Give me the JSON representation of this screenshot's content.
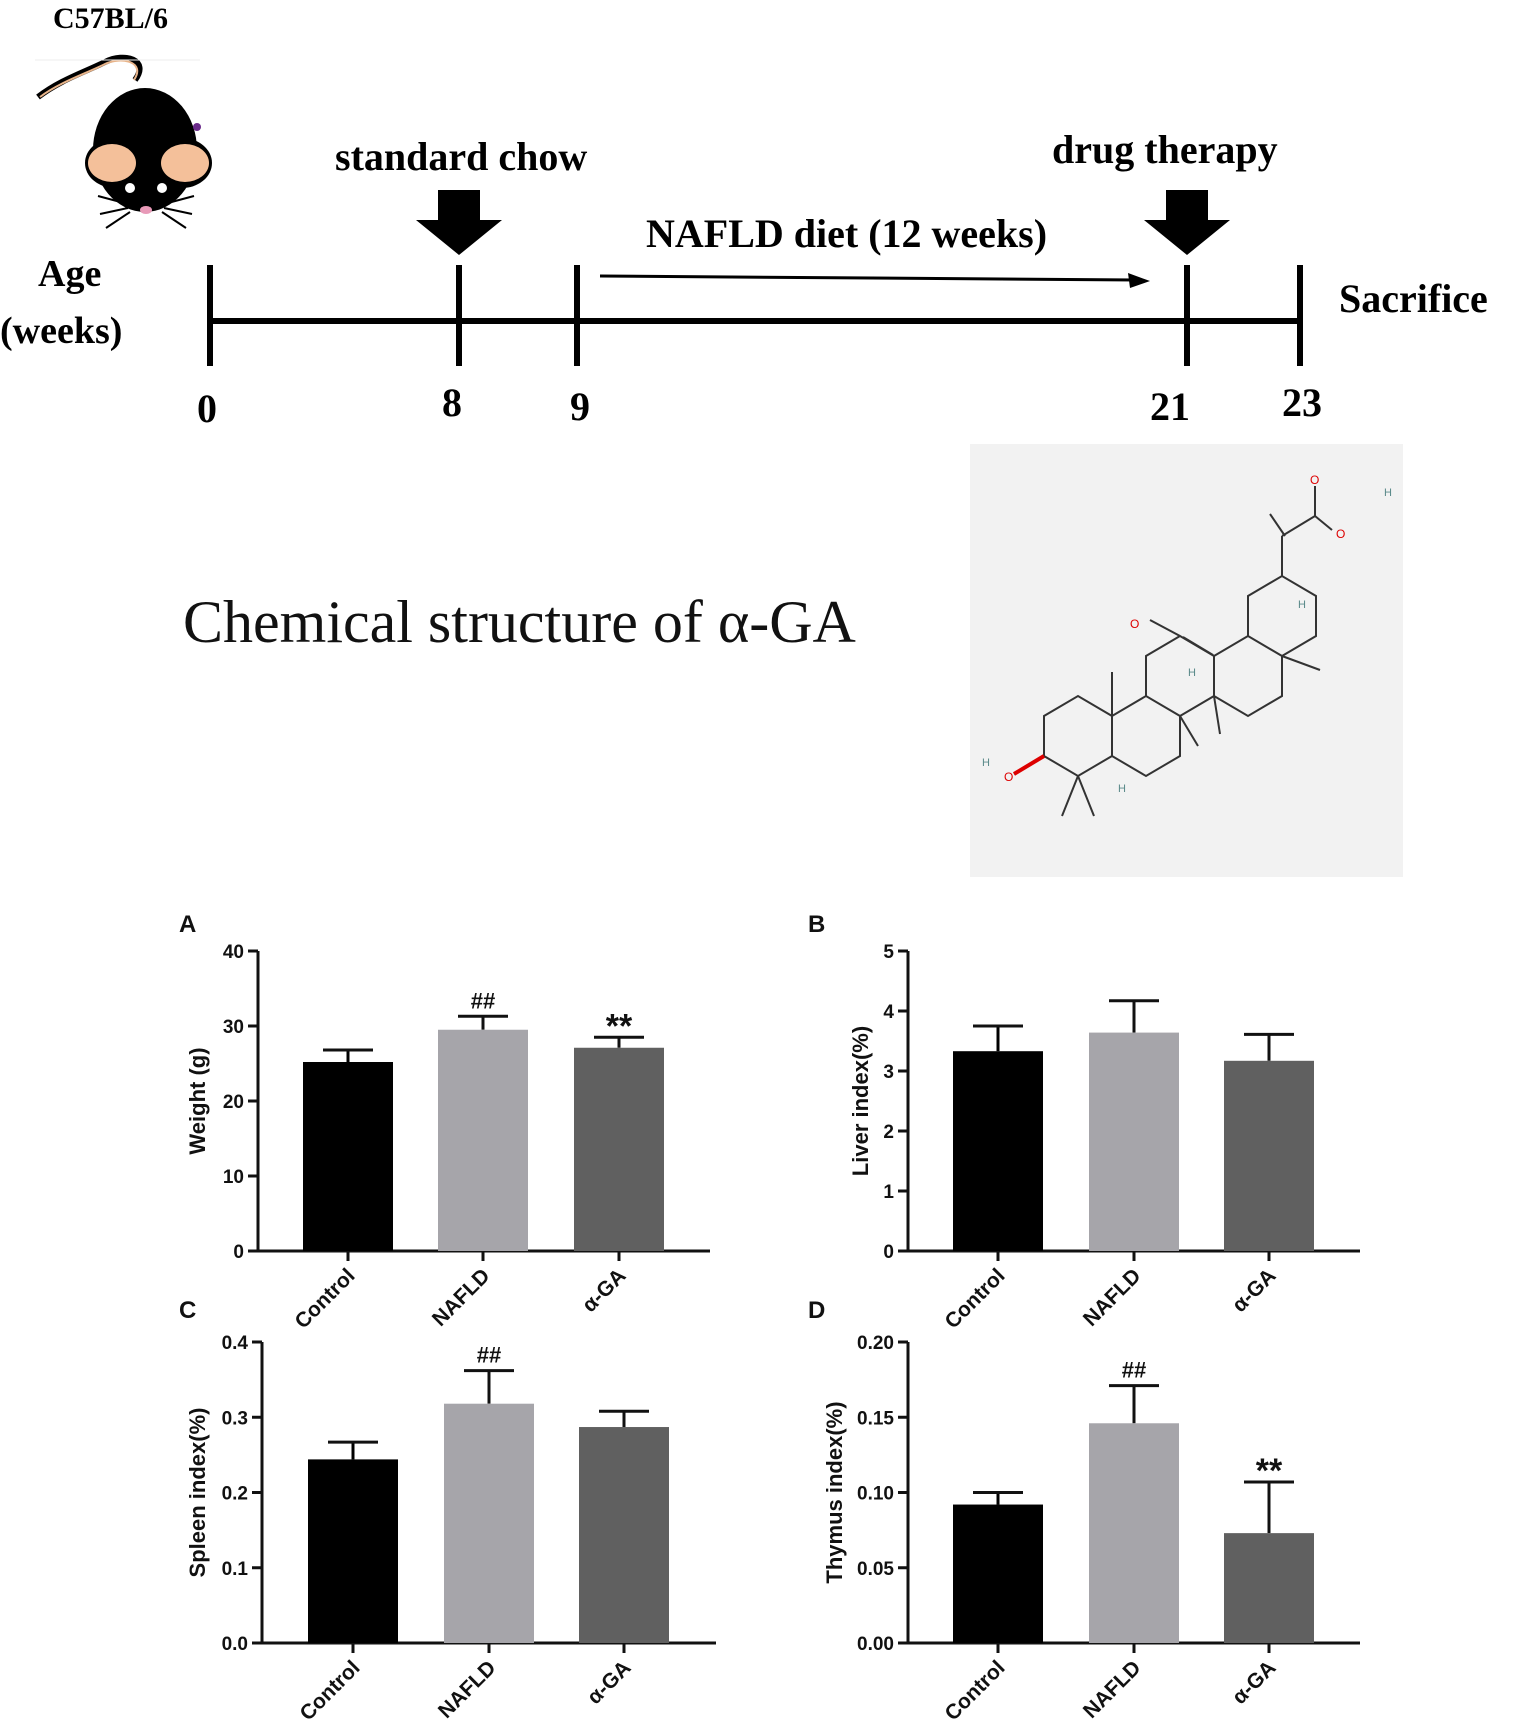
{
  "timeline": {
    "strain": "C57BL/6",
    "age_label_line1": "Age",
    "age_label_line2": "(weeks)",
    "standard_chow": "standard chow",
    "drug_therapy": "drug therapy",
    "diet": "NAFLD diet (12 weeks)",
    "sacrifice": "Sacrifice",
    "ticks": [
      "0",
      "8",
      "9",
      "21",
      "23"
    ]
  },
  "chemical": {
    "title": "Chemical structure of α-GA",
    "atom_labels": {
      "o": "O",
      "h": "H"
    }
  },
  "chart_data": [
    {
      "panel": "A",
      "type": "bar",
      "categories": [
        "Control",
        "NAFLD",
        "α-GA"
      ],
      "values": [
        25.2,
        29.5,
        27.1
      ],
      "errors": [
        1.6,
        1.8,
        1.4
      ],
      "annotations": [
        "",
        "##",
        "**"
      ],
      "ylabel": "Weight (g)",
      "ylim": [
        0,
        40
      ],
      "yticks": [
        "0",
        "10",
        "20",
        "30",
        "40"
      ],
      "colors": [
        "#000000",
        "#a6a5aa",
        "#606060"
      ]
    },
    {
      "panel": "B",
      "type": "bar",
      "categories": [
        "Control",
        "NAFLD",
        "α-GA"
      ],
      "values": [
        3.33,
        3.64,
        3.17
      ],
      "errors": [
        0.42,
        0.53,
        0.44
      ],
      "annotations": [
        "",
        "",
        ""
      ],
      "ylabel": "Liver index(%)",
      "ylim": [
        0,
        5
      ],
      "yticks": [
        "0",
        "1",
        "2",
        "3",
        "4",
        "5"
      ],
      "colors": [
        "#000000",
        "#a6a5aa",
        "#606060"
      ]
    },
    {
      "panel": "C",
      "type": "bar",
      "categories": [
        "Control",
        "NAFLD",
        "α-GA"
      ],
      "values": [
        0.244,
        0.318,
        0.287
      ],
      "errors": [
        0.023,
        0.044,
        0.021
      ],
      "annotations": [
        "",
        "##",
        ""
      ],
      "ylabel": "Spleen index(%)",
      "ylim": [
        0,
        0.4
      ],
      "yticks": [
        "0.0",
        "0.1",
        "0.2",
        "0.3",
        "0.4"
      ],
      "colors": [
        "#000000",
        "#a6a5aa",
        "#606060"
      ]
    },
    {
      "panel": "D",
      "type": "bar",
      "categories": [
        "Control",
        "NAFLD",
        "α-GA"
      ],
      "values": [
        0.092,
        0.146,
        0.073
      ],
      "errors": [
        0.008,
        0.025,
        0.034
      ],
      "annotations": [
        "",
        "##",
        "**"
      ],
      "ylabel": "Thymus index(%)",
      "ylim": [
        0,
        0.2
      ],
      "yticks": [
        "0.00",
        "0.05",
        "0.10",
        "0.15",
        "0.20"
      ],
      "colors": [
        "#000000",
        "#a6a5aa",
        "#606060"
      ]
    }
  ]
}
